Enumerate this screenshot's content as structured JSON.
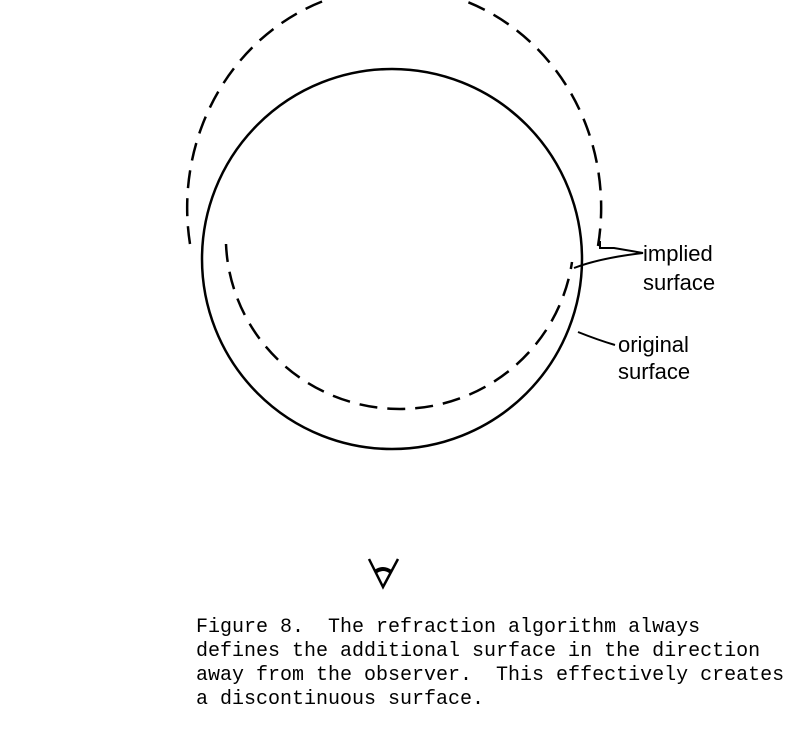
{
  "labels": {
    "implied": [
      "implied",
      "surface"
    ],
    "original": [
      "original",
      "surface"
    ]
  },
  "caption": "Figure 8.  The refraction algorithm always\ndefines the additional surface in the direction\naway from the observer.  This effectively creates\na discontinuous surface."
}
